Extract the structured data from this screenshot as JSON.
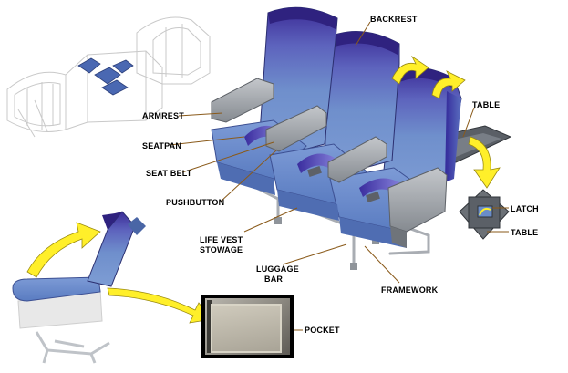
{
  "labels": {
    "backrest": "BACKREST",
    "table_top": "TABLE",
    "armrest": "ARMREST",
    "seatpan": "SEATPAN",
    "seat_belt": "SEAT BELT",
    "pushbutton": "PUSHBUTTON",
    "life_vest_line1": "LIFE VEST",
    "life_vest_line2": "STOWAGE",
    "luggage_line1": "LUGGAGE",
    "luggage_line2": "BAR",
    "framework": "FRAMEWORK",
    "latch": "LATCH",
    "table_detail": "TABLE",
    "pocket": "POCKET"
  },
  "colors": {
    "seat_fabric": "#6a8cc8",
    "seat_fabric_dark": "#4a66a6",
    "backrest_top": "#3c2a9a",
    "armrest": "#9ea3a8",
    "arrow_yellow": "#ffef2a",
    "leader": "#8a5a1a",
    "frame": "#b8bcc2"
  }
}
